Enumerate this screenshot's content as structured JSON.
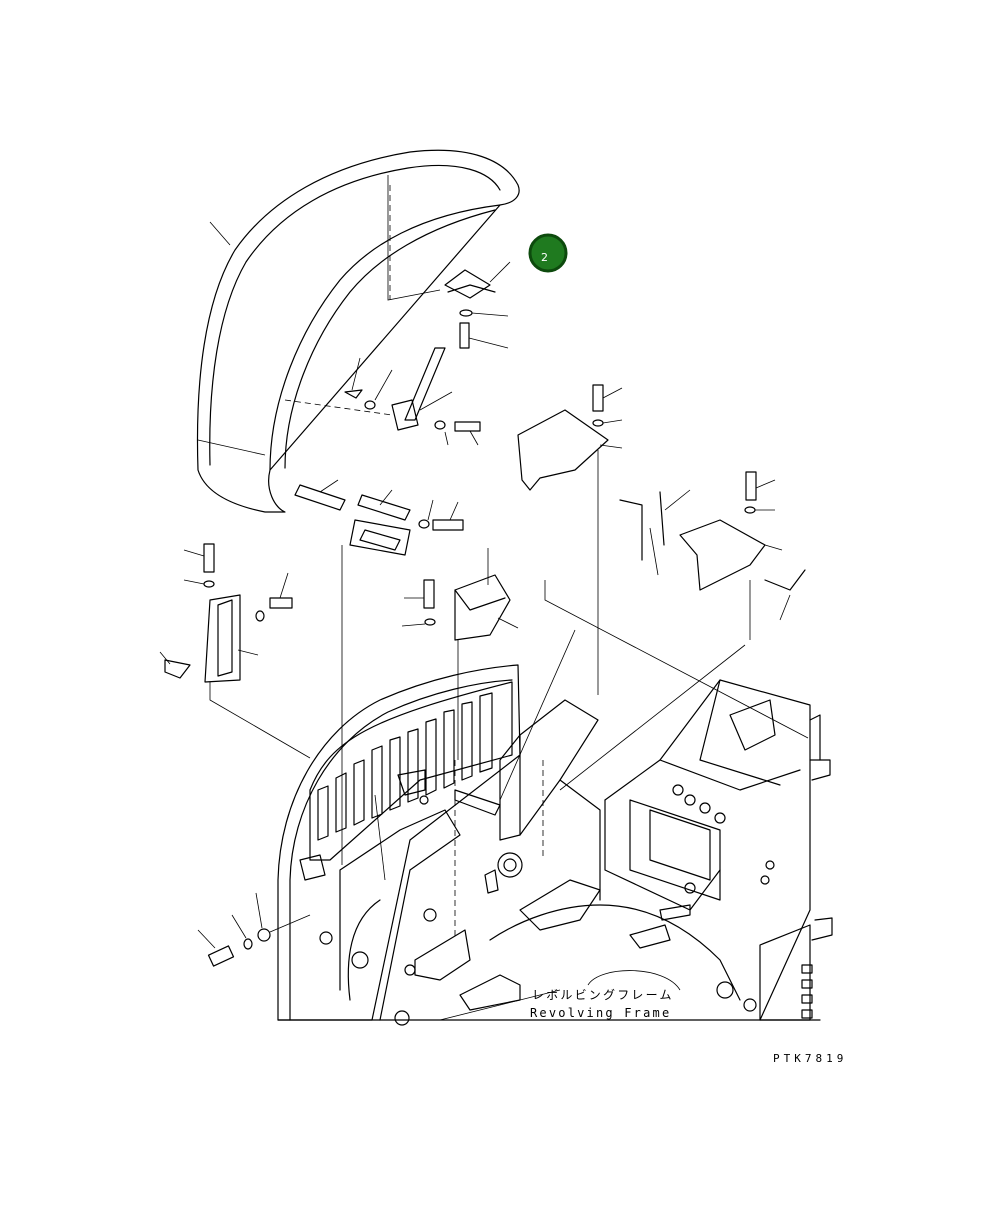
{
  "diagram": {
    "frame_label_jp": "レボルビングフレーム",
    "frame_label_en": "Revolving Frame",
    "drawing_code": "PTK7819"
  },
  "callouts": [
    {
      "id": "2",
      "label": "2",
      "color": "#1f7a1f"
    }
  ]
}
